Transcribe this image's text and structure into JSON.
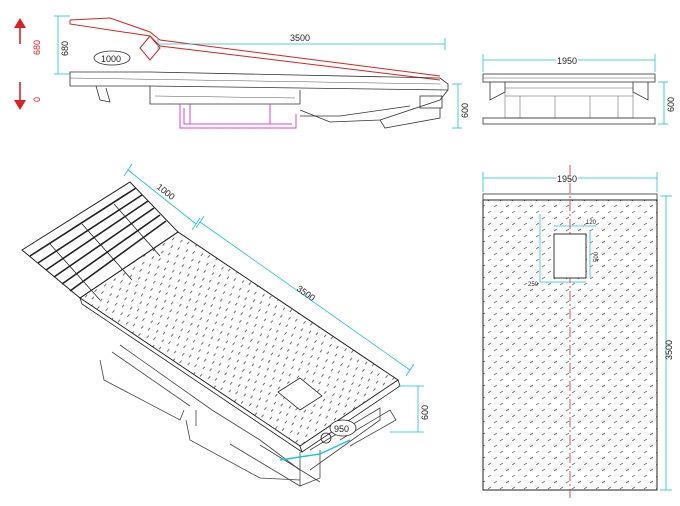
{
  "side_view": {
    "level_up": "680",
    "level_zero": "0",
    "height_left": "680",
    "lip_length": "1000",
    "deck_length": "3500",
    "pit_depth": "600"
  },
  "front_view": {
    "width": "1950",
    "height": "600"
  },
  "iso_view": {
    "lip_length": "1000",
    "deck_length": "3500",
    "height": "600",
    "cylinder": "950"
  },
  "plan_view": {
    "width": "1950",
    "length": "3500",
    "box_a": "250",
    "box_b": "500",
    "box_c": "120"
  },
  "colors": {
    "dimension": "#12c8d8",
    "raised": "#e02020",
    "support": "#e040e0",
    "outline": "#333333"
  }
}
